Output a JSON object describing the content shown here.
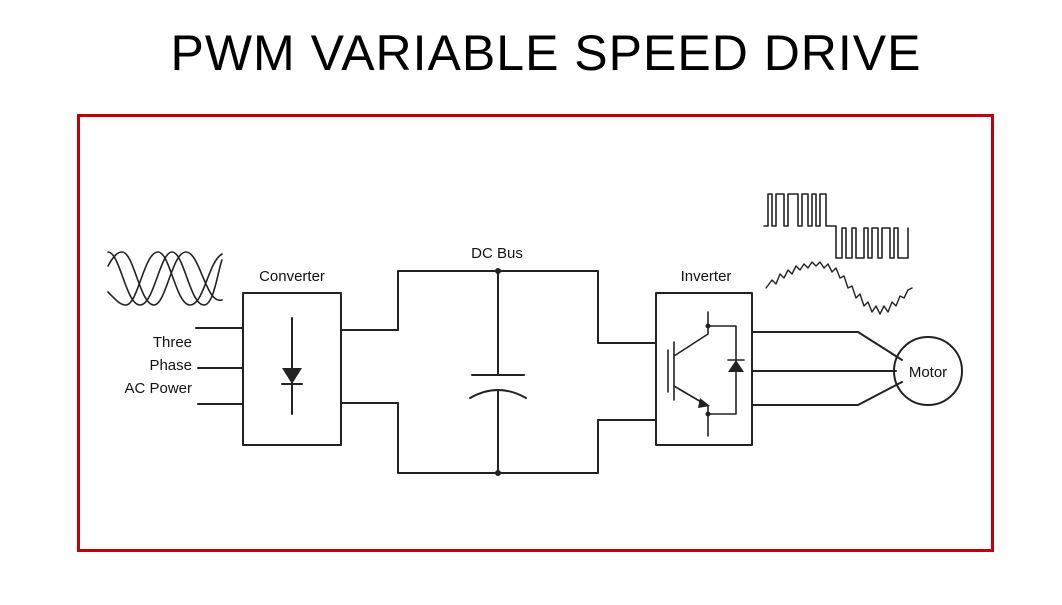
{
  "title": "PWM VARIABLE SPEED DRIVE",
  "colors": {
    "frame": "#c0000a",
    "line": "#222222"
  },
  "diagram": {
    "input_label_lines": [
      "Three",
      "Phase",
      "AC Power"
    ],
    "converter_label": "Converter",
    "dc_bus_label": "DC Bus",
    "inverter_label": "Inverter",
    "motor_label": "Motor"
  }
}
